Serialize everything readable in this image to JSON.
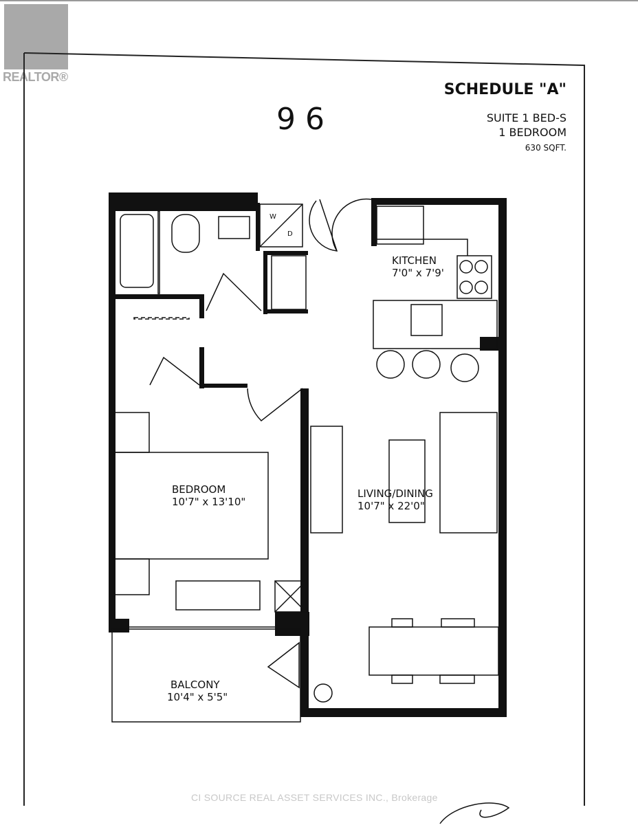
{
  "logo": {
    "text": "REALTOR®"
  },
  "header": {
    "schedule": "SCHEDULE \"A\"",
    "suite": "SUITE 1 BED-S",
    "bedrooms": "1 BEDROOM",
    "area": "630 SQFT."
  },
  "building_logo": "9 6",
  "rooms": {
    "kitchen": {
      "name": "KITCHEN",
      "size": "7'0\" x 7'9'"
    },
    "bedroom": {
      "name": "BEDROOM",
      "size": "10'7\" x 13'10\""
    },
    "living": {
      "name": "LIVING/DINING",
      "size": "10'7\" x 22'0\""
    },
    "balcony": {
      "name": "BALCONY",
      "size": "10'4\" x 5'5\""
    }
  },
  "appliances": {
    "washer": "W",
    "dryer": "D"
  },
  "watermark": "CI SOURCE REAL ASSET SERVICES INC., Brokerage"
}
